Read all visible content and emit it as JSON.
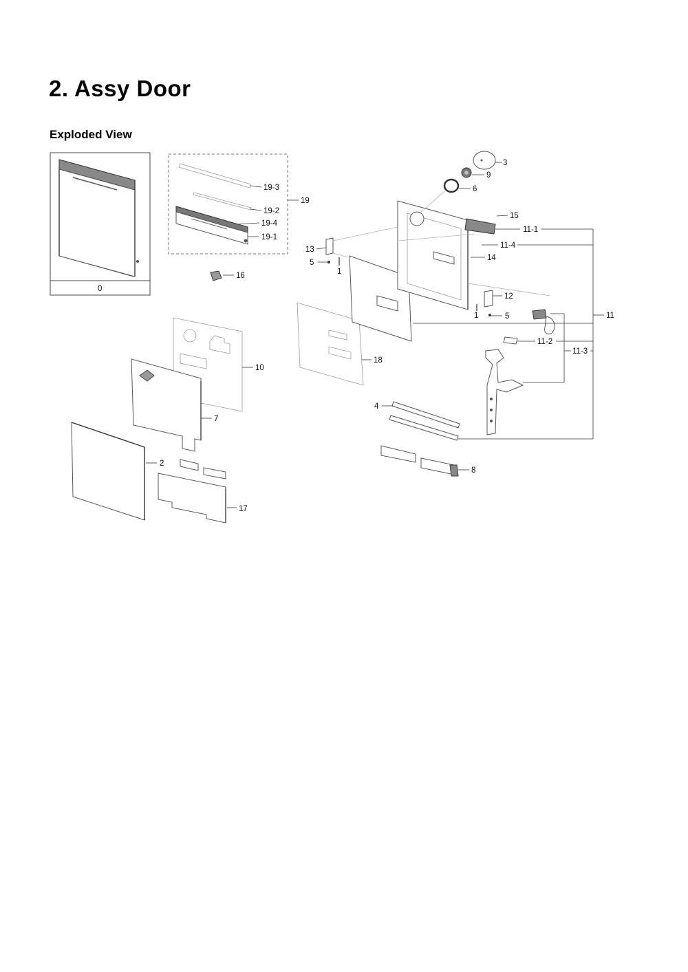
{
  "header": {
    "title": "2.  Assy Door",
    "subtitle": "Exploded View"
  },
  "inset": {
    "label": "0"
  },
  "callouts": [
    {
      "id": "3",
      "text": "3"
    },
    {
      "id": "9",
      "text": "9"
    },
    {
      "id": "6",
      "text": "6"
    },
    {
      "id": "15",
      "text": "15"
    },
    {
      "id": "11-1",
      "text": "11-1"
    },
    {
      "id": "11-4",
      "text": "11-4"
    },
    {
      "id": "14",
      "text": "14"
    },
    {
      "id": "13",
      "text": "13"
    },
    {
      "id": "5a",
      "text": "5"
    },
    {
      "id": "1a",
      "text": "1"
    },
    {
      "id": "12",
      "text": "12"
    },
    {
      "id": "1b",
      "text": "1"
    },
    {
      "id": "5b",
      "text": "5"
    },
    {
      "id": "11",
      "text": "11"
    },
    {
      "id": "11-2",
      "text": "11-2"
    },
    {
      "id": "11-3",
      "text": "11-3"
    },
    {
      "id": "19-3",
      "text": "19-3"
    },
    {
      "id": "19-2",
      "text": "19-2"
    },
    {
      "id": "19",
      "text": "19"
    },
    {
      "id": "19-4",
      "text": "19-4"
    },
    {
      "id": "19-1",
      "text": "19-1"
    },
    {
      "id": "16",
      "text": "16"
    },
    {
      "id": "10",
      "text": "10"
    },
    {
      "id": "18",
      "text": "18"
    },
    {
      "id": "7",
      "text": "7"
    },
    {
      "id": "4",
      "text": "4"
    },
    {
      "id": "2",
      "text": "2"
    },
    {
      "id": "8",
      "text": "8"
    },
    {
      "id": "17",
      "text": "17"
    }
  ]
}
